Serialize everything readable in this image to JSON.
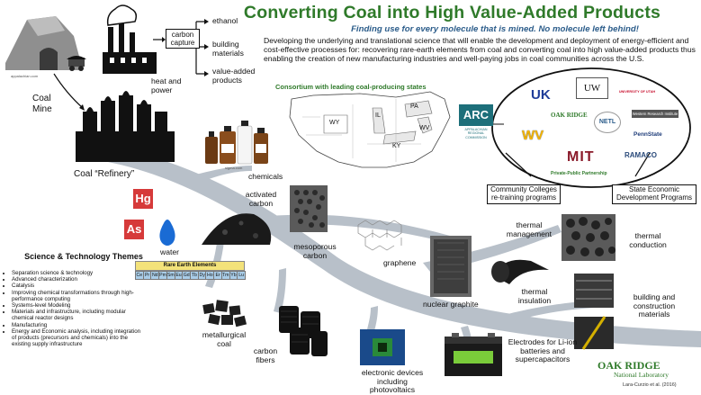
{
  "header": {
    "title": "Converting Coal into High Value-Added Products",
    "subtitle": "Finding use for every molecule that is mined.  No molecule left behind!",
    "intro": "Developing the underlying and translational science that will enable the development and deployment of energy-efficient and cost-effective processes for: recovering rare-earth elements from coal and converting coal into high value-added products thus enabling the creation of new manufacturing industries and well-paying jobs in coal communities across the U.S."
  },
  "top_left": {
    "carbon_capture": "carbon capture",
    "products": [
      "ethanol",
      "building materials",
      "value-added products"
    ],
    "heat_power": "heat and power",
    "coal_mine": "Coal Mine",
    "refinery": "Coal “Refinery”",
    "mine_credit": "appalachian.com"
  },
  "consortium": {
    "title": "Consortium with leading coal-producing states",
    "states": [
      "WY",
      "IL",
      "PA",
      "WV",
      "KY"
    ],
    "arc": {
      "name": "ARC",
      "sub": "APPALACHIAN REGIONAL COMMISSION"
    },
    "partners": [
      "UK",
      "UW",
      "UNIVERSITY OF UTAH",
      "OAK RIDGE",
      "NETL",
      "Western Research Institute",
      "WV",
      "PennState",
      "MIT",
      "RAMACO"
    ],
    "ppp": "Private-Public Partnership",
    "community": "Community Colleges re-training programs",
    "state_econ": "State Economic Development Programs"
  },
  "branches": {
    "chemicals": "chemicals",
    "activated_carbon": "activated carbon",
    "mesoporous_carbon": "mesoporous carbon",
    "water": "water",
    "graphene": "graphene",
    "nuclear_graphite": "nuclear graphite",
    "thermal_management": "thermal management",
    "thermal_conduction": "thermal conduction",
    "thermal_insulation": "thermal insulation",
    "building": "building and construction materials",
    "metallurgical": "metallurgical coal",
    "carbon_fibers": "carbon fibers",
    "electronic": "electronic devices including photovoltaics",
    "electrodes": "Electrodes for Li-ion batteries and supercapacitors",
    "ree_title": "Rare Earth Elements",
    "ree_cells": [
      "Ce",
      "Pr",
      "Nd",
      "Pm",
      "Sm",
      "Eu",
      "Gd",
      "Tb",
      "Dy",
      "Ho",
      "Er",
      "Tm",
      "Yb",
      "Lu"
    ],
    "hg": "Hg",
    "as": "As"
  },
  "themes": {
    "title": "Science & Technology Themes",
    "items": [
      "Separation science & technology",
      "Advanced characterization",
      "Catalysis",
      "Improving chemical transformations through high-performance computing",
      "Systems-level Modeling",
      "Materials and infrastructure, including modular chemical reactor designs",
      "Manufacturing",
      "Energy and Economic analysis, including integration of products (precursors and chemicals) into the existing supply infrastructure"
    ]
  },
  "footer": {
    "ornl_top": "OAK RIDGE",
    "ornl_bottom": "National Laboratory",
    "citation": "Lara-Curzio et al. (2016)"
  },
  "colors": {
    "title": "#2f7a2a",
    "subtitle": "#2b5c8a",
    "branch": "#b5bec8"
  }
}
